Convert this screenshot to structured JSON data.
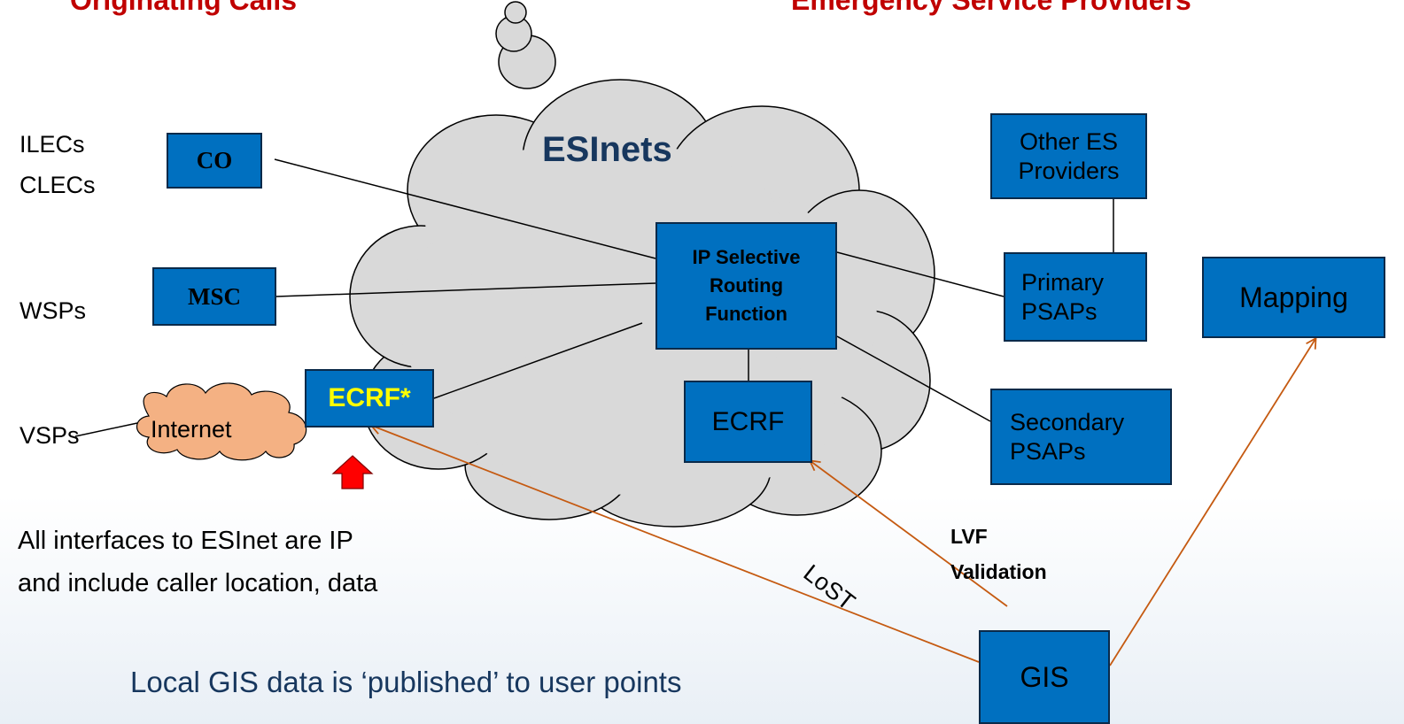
{
  "headers": {
    "left": "Originating Calls",
    "right": "Emergency Service Providers"
  },
  "cloud_label": "ESInets",
  "sources": {
    "ilecs": "ILECs",
    "clecs": "CLECs",
    "wsps": "WSPs",
    "vsps": "VSPs"
  },
  "boxes": {
    "co": "CO",
    "msc": "MSC",
    "ecrf_edge": "ECRF*",
    "ip_srf": "IP Selective Routing Function",
    "ecrf": "ECRF",
    "other_es": "Other ES Providers",
    "primary": "Primary PSAPs",
    "secondary": "Secondary PSAPs",
    "mapping": "Mapping",
    "gis": "GIS"
  },
  "internet_label": "Internet",
  "link_labels": {
    "lost": "LoST",
    "lvf": "LVF",
    "validation": "Validation"
  },
  "notes": {
    "interfaces_line1": "All interfaces to ESInet are IP",
    "interfaces_line2": "and include caller location, data",
    "gis_published": "Local GIS data is ‘published’ to user points"
  },
  "colors": {
    "box_fill": "#0070c0",
    "cloud_fill": "#d9d9d9",
    "internet_fill": "#f4b183",
    "header_red": "#c00000",
    "arrow_orange": "#c55a11",
    "marker_red": "#ff0000",
    "ecrf_edge_text": "#ffff00",
    "cloud_text": "#17375e"
  }
}
